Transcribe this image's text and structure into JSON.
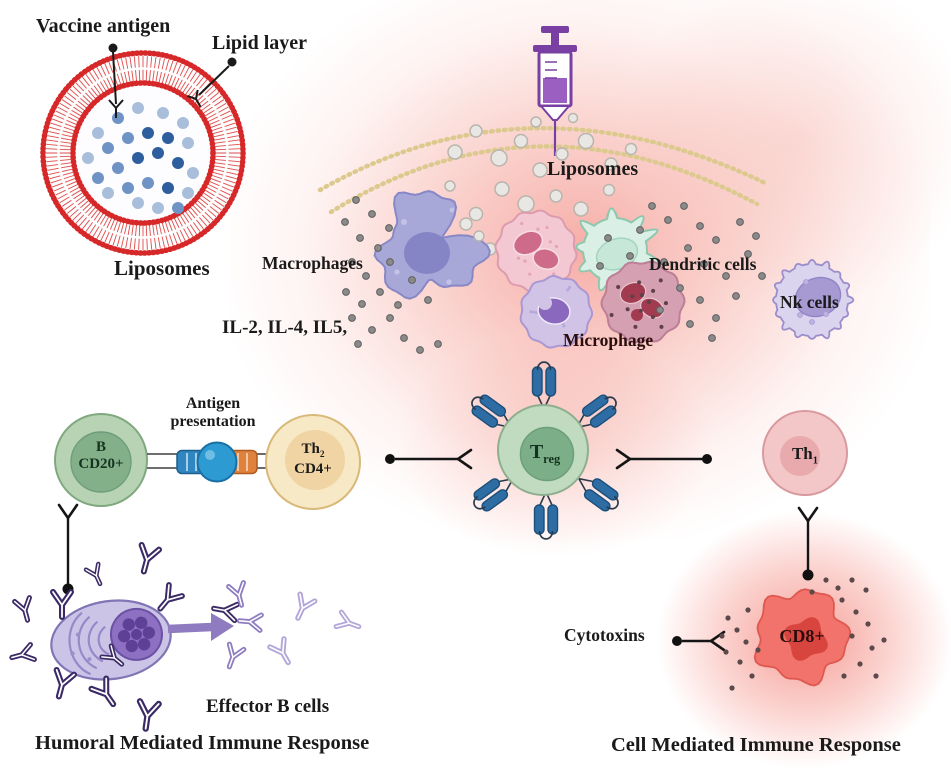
{
  "figure": {
    "description": "Liposome vaccine immune response diagram"
  },
  "labels": {
    "vaccine_antigen": "Vaccine antigen",
    "lipid_layer": "Lipid layer",
    "liposomes_left": "Liposomes",
    "liposomes_injection": "Liposomes",
    "macrophages": "Macrophages",
    "dendritic_cells": "Dendritic cells",
    "nk_cells": "Nk cells",
    "microphage": "Microphage",
    "interleukins": "IL-2, IL-4, IL5,",
    "antigen_presentation_line1": "Antigen",
    "antigen_presentation_line2": "presentation",
    "b_cell_line1": "B",
    "b_cell_line2": "CD20+",
    "th2_main": "Th",
    "th2_sub": "2",
    "th2_line2": "CD4+",
    "treg_main": "T",
    "treg_sub": "reg",
    "th1_main": "Th",
    "th1_sub": "1",
    "effector_b_cells": "Effector B cells",
    "humoral_response": "Humoral Mediated Immune Response",
    "cytotoxins": "Cytotoxins",
    "cd8": "CD8+",
    "cell_mediated_response": "Cell Mediated Immune Response"
  },
  "icons": {
    "syringe": "syringe-icon",
    "liposome": "liposome-icon",
    "antibody": "antibody-y-icon",
    "receptor": "receptor-pair-icon",
    "inhibitor_fork": "inhibition-fork-icon"
  },
  "colors": {
    "liposome_red": "#d62828",
    "receptor_blue": "#2e6da4",
    "antigen_sphere_blue": "#2d9ad2",
    "antigen_bar_orange": "#df823e",
    "treg_green": "#c0dbc0",
    "treg_nucleus_green": "#7cae88",
    "b_cell_green": "#b7d3b4",
    "th2_cream": "#f7e8c6",
    "th1_pink": "#f3c6c8",
    "cd8_red": "#f2736b",
    "antibody_purple": "#3b2a66",
    "membrane_tan": "#dcc98d",
    "syringe_purple": "#7a3fa3",
    "glow_red": "#ee5c50"
  }
}
